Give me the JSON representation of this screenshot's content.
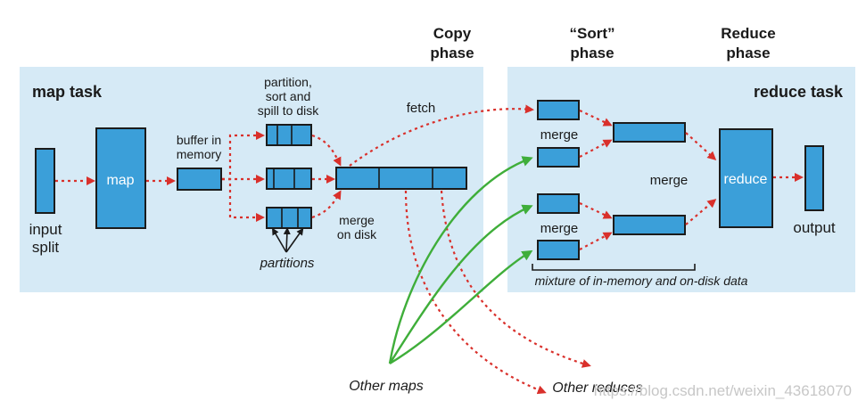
{
  "headers": {
    "copy_line1": "Copy",
    "copy_line2": "phase",
    "sort_line1": "“Sort”",
    "sort_line2": "phase",
    "reduce_line1": "Reduce",
    "reduce_line2": "phase"
  },
  "map_task": {
    "title": "map task",
    "input_line1": "input",
    "input_line2": "split",
    "map_label": "map",
    "buffer_line1": "buffer in",
    "buffer_line2": "memory",
    "spill_line1": "partition,",
    "spill_line2": "sort and",
    "spill_line3": "spill to disk",
    "merge_line1": "merge",
    "merge_line2": "on disk",
    "partitions": "partitions",
    "fetch": "fetch"
  },
  "reduce_task": {
    "title": "reduce task",
    "merge_top": "merge",
    "merge_bottom": "merge",
    "merge_middle": "merge",
    "reduce_label": "reduce",
    "output": "output",
    "mixture": "mixture of in-memory and on-disk data"
  },
  "bottom": {
    "other_maps": "Other maps",
    "other_reduces": "Other reduces",
    "watermark": "https://blog.csdn.net/weixin_43618070"
  },
  "colors": {
    "panel": "#d6eaf6",
    "box": "#3b9fd9",
    "red_arrow": "#d9302b",
    "green_arrow": "#3fae3a"
  }
}
